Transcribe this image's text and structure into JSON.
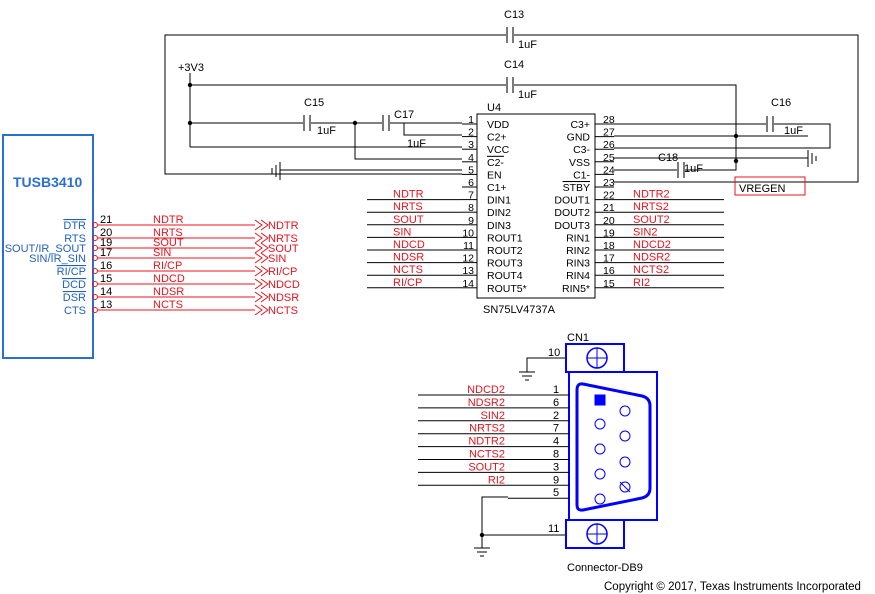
{
  "colors": {
    "wire": "#000000",
    "net": "#e8141e",
    "component": "#0000ff",
    "label": "#2060c0",
    "capacitor": "#7a7a7a"
  },
  "capacitors": [
    {
      "ref": "C13",
      "value": "1uF"
    },
    {
      "ref": "C14",
      "value": "1uF"
    },
    {
      "ref": "C15",
      "value": "1uF"
    },
    {
      "ref": "C17",
      "value": "1uF"
    },
    {
      "ref": "C16",
      "value": "1uF"
    },
    {
      "ref": "C18",
      "value": "1uF"
    }
  ],
  "power": {
    "rail": "+3V3"
  },
  "tusb": {
    "title": "TUSB3410",
    "pins": [
      {
        "name": "DTR",
        "num": "21",
        "net": "NDTR"
      },
      {
        "name": "RTS",
        "num": "20",
        "net": "NRTS"
      },
      {
        "name": "SOUT/IR_SOUT",
        "num": "19",
        "net": "SOUT"
      },
      {
        "name": "SIN/IR_SIN",
        "num": "17",
        "net": "SIN"
      },
      {
        "name": "RI/CP",
        "num": "16",
        "net": "RI/CP"
      },
      {
        "name": "DCD",
        "num": "15",
        "net": "NDCD"
      },
      {
        "name": "DSR",
        "num": "14",
        "net": "NDSR"
      },
      {
        "name": "CTS",
        "num": "13",
        "net": "NCTS"
      }
    ]
  },
  "u4": {
    "ref": "U4",
    "part": "SN75LV4737A",
    "left_pins": [
      {
        "num": "1",
        "name": "VDD",
        "net": ""
      },
      {
        "num": "2",
        "name": "C2+",
        "net": ""
      },
      {
        "num": "3",
        "name": "VCC",
        "net": ""
      },
      {
        "num": "4",
        "name": "C2-",
        "net": ""
      },
      {
        "num": "5",
        "name": "EN",
        "net": ""
      },
      {
        "num": "6",
        "name": "C1+",
        "net": ""
      },
      {
        "num": "7",
        "name": "DIN1",
        "net": "NDTR"
      },
      {
        "num": "8",
        "name": "DIN2",
        "net": "NRTS"
      },
      {
        "num": "9",
        "name": "DIN3",
        "net": "SOUT"
      },
      {
        "num": "10",
        "name": "ROUT1",
        "net": "SIN"
      },
      {
        "num": "11",
        "name": "ROUT2",
        "net": "NDCD"
      },
      {
        "num": "12",
        "name": "ROUT3",
        "net": "NDSR"
      },
      {
        "num": "13",
        "name": "ROUT4",
        "net": "NCTS"
      },
      {
        "num": "14",
        "name": "ROUT5*",
        "net": "RI/CP"
      }
    ],
    "right_pins": [
      {
        "num": "28",
        "name": "C3+",
        "net": ""
      },
      {
        "num": "27",
        "name": "GND",
        "net": ""
      },
      {
        "num": "26",
        "name": "C3-",
        "net": ""
      },
      {
        "num": "25",
        "name": "VSS",
        "net": ""
      },
      {
        "num": "24",
        "name": "C1-",
        "net": ""
      },
      {
        "num": "23",
        "name": "STBY",
        "net": "VREGEN"
      },
      {
        "num": "22",
        "name": "DOUT1",
        "net": "NDTR2"
      },
      {
        "num": "21",
        "name": "DOUT2",
        "net": "NRTS2"
      },
      {
        "num": "20",
        "name": "DOUT3",
        "net": "SOUT2"
      },
      {
        "num": "19",
        "name": "RIN1",
        "net": "SIN2"
      },
      {
        "num": "18",
        "name": "RIN2",
        "net": "NDCD2"
      },
      {
        "num": "17",
        "name": "RIN3",
        "net": "NDSR2"
      },
      {
        "num": "16",
        "name": "RIN4",
        "net": "NCTS2"
      },
      {
        "num": "15",
        "name": "RIN5*",
        "net": "RI2"
      }
    ]
  },
  "connector": {
    "ref": "CN1",
    "part": "Connector-DB9",
    "shield_top": "10",
    "shield_bottom": "11",
    "pins": [
      {
        "num": "1",
        "net": "NDCD2"
      },
      {
        "num": "6",
        "net": "NDSR2"
      },
      {
        "num": "2",
        "net": "SIN2"
      },
      {
        "num": "7",
        "net": "NRTS2"
      },
      {
        "num": "4",
        "net": "NDTR2"
      },
      {
        "num": "8",
        "net": "NCTS2"
      },
      {
        "num": "3",
        "net": "SOUT2"
      },
      {
        "num": "9",
        "net": "RI2"
      },
      {
        "num": "5",
        "net": ""
      }
    ]
  },
  "copyright": "Copyright © 2017, Texas Instruments Incorporated"
}
